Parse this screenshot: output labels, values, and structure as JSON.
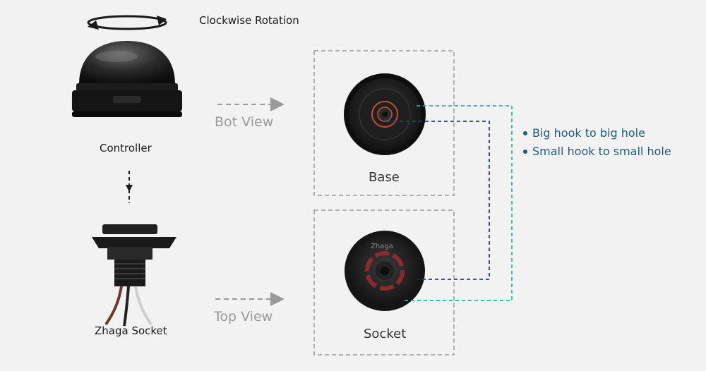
{
  "rotation_label": "Clockwise Rotation",
  "controller_label": "Controller",
  "socket_label": "Zhaga Socket",
  "bot_view_label": "Bot View",
  "top_view_label": "Top View",
  "base_label": "Base",
  "socket_box_label": "Socket",
  "socket_brand": "Zhaga",
  "notes": [
    "Big hook to big hole",
    "Small hook to small hole"
  ],
  "colors": {
    "big_hook_line": "#2bb3b0",
    "small_hook_line": "#1f3f8f",
    "note_text": "#1f5b7a"
  }
}
